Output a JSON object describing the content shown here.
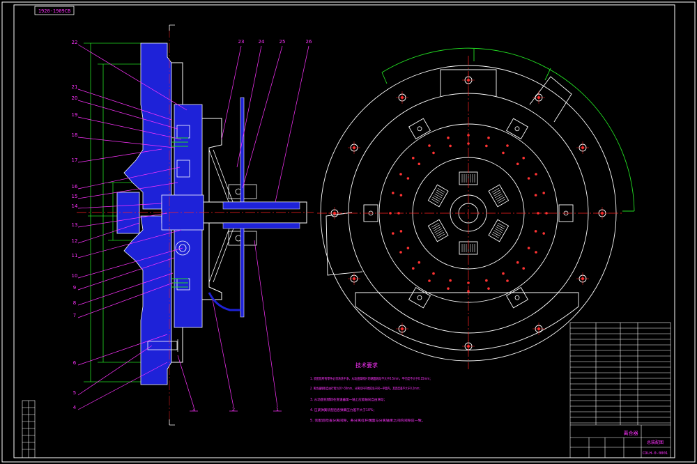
{
  "drawing": {
    "stamp_code": "1920-1909CB",
    "notes_title": "技术要求",
    "notes": [
      "1. 装配前所有零件必须清洗干净，从动盘摩擦片的端面跳动不大于0.5mm，平行度不大于0.15mm；",
      "2. 离合器踏板自由行程为20~30mm，分离杠杆内端应处于同一平面内，其高度差不大于0.2mm；",
      "3. 从动盘花键毂在变速器第一轴上应能轴向自由滑动；",
      "4. 压紧弹簧装配后各弹簧压力差不大于10%；",
      "5. 装配后检查分离间隙，各分离杠杆端面与分离轴承之间的间隙应一致。"
    ],
    "title_block": {
      "drawing_title": "离合器",
      "drawing_number": "CDLH-0-0001",
      "sheet_label": "总装配图"
    }
  },
  "left_callouts": [
    "22",
    "21",
    "20",
    "19",
    "18",
    "17",
    "16",
    "15",
    "14",
    "13",
    "12",
    "11",
    "10",
    "9",
    "8",
    "7",
    "6",
    "5",
    "4"
  ],
  "top_callouts": [
    "23",
    "24",
    "25",
    "26"
  ],
  "bottom_callouts": [
    "3",
    "2",
    "1"
  ],
  "colors": {
    "background": "#000000",
    "frame": "#ffffff",
    "section_fill": "#1e22d8",
    "leader": "#ff33ff",
    "dimension": "#22dd22",
    "centerline": "#ff2222",
    "outline": "#ffffff",
    "hidden": "#ffff44"
  }
}
